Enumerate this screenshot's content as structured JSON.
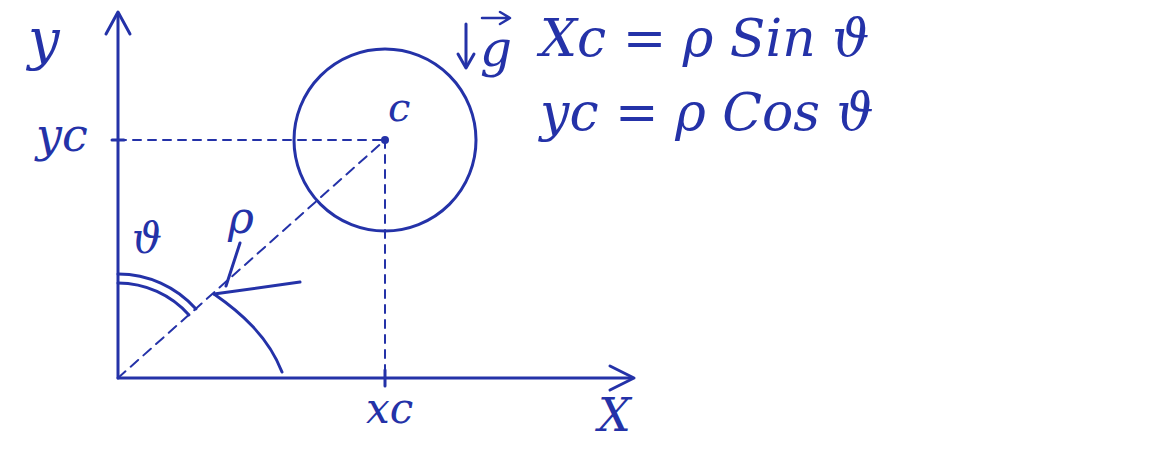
{
  "diagram": {
    "nodes": [
      {
        "text": [
          "c"
        ]
      }
    ],
    "labels": [
      "y",
      "yc",
      "ϑ",
      "ρ",
      "xc",
      "X",
      "g",
      "Xc = ρ Sin ϑ",
      "yc = ρ Cos ϑ"
    ]
  }
}
